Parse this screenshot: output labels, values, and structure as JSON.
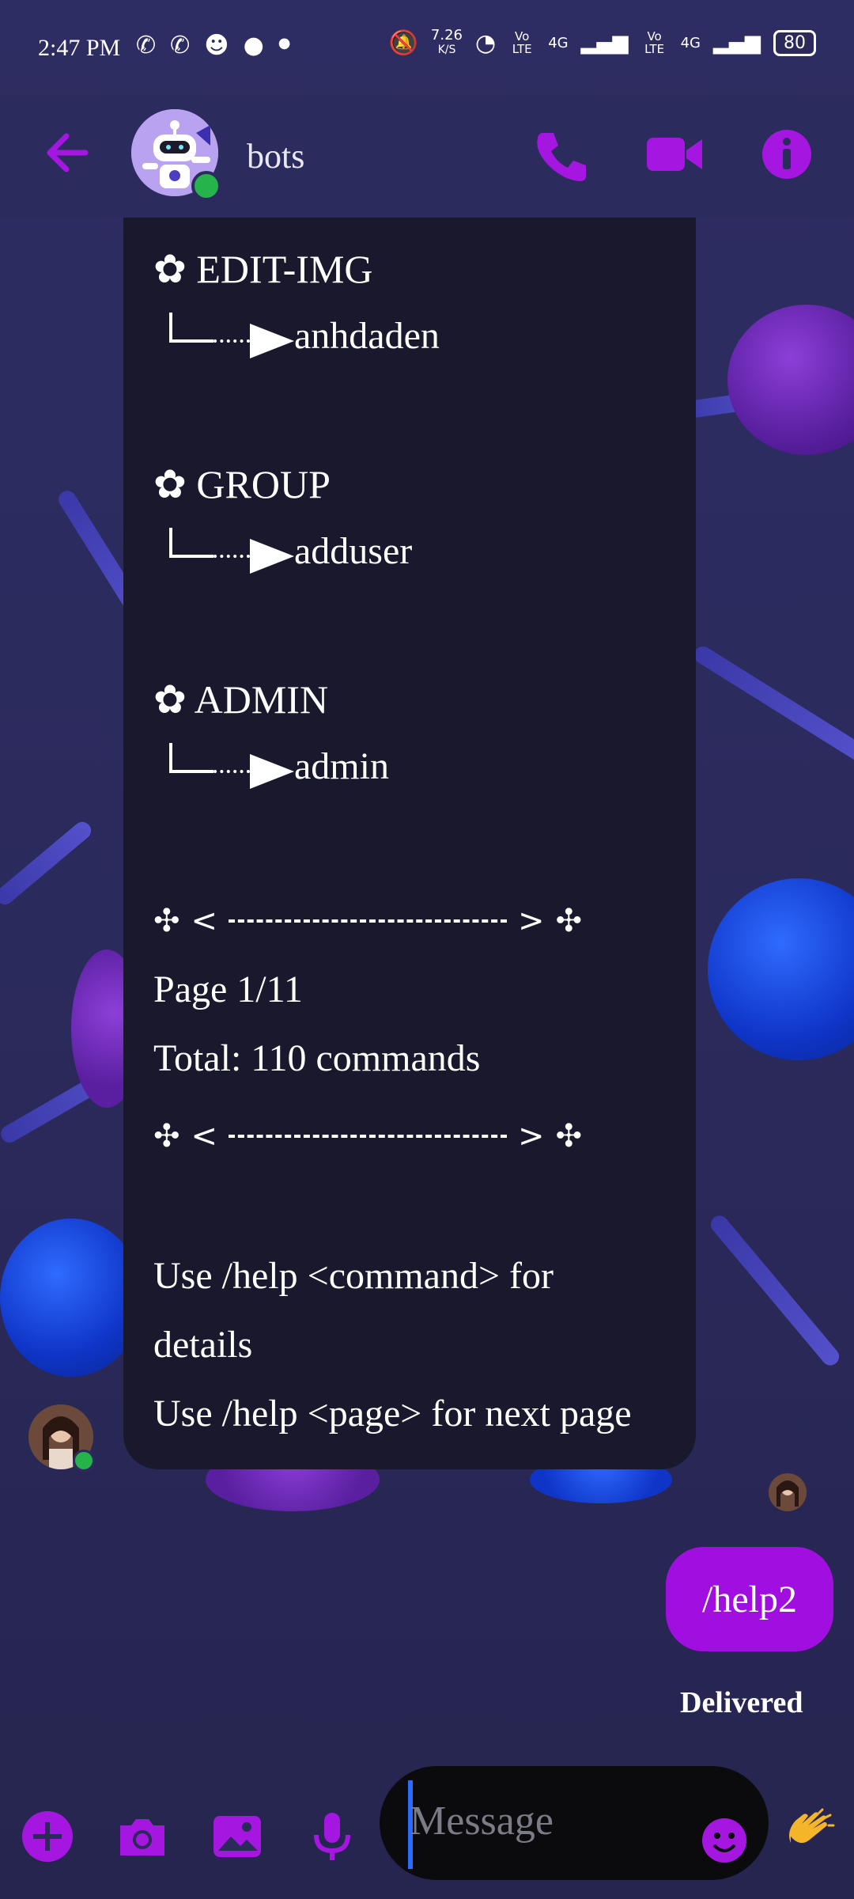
{
  "status_bar": {
    "time": "2:47 PM",
    "net_speed": "7.26",
    "net_unit": "K/S",
    "sim1": "Vo LTE",
    "sim1_net": "4G",
    "sim2": "Vo LTE",
    "sim2_net": "4G",
    "battery": "80"
  },
  "header": {
    "title": "bots"
  },
  "message": {
    "sections": [
      {
        "title": "✿ EDIT-IMG",
        "command": "anhdaden"
      },
      {
        "title": "✿ GROUP",
        "command": "adduser"
      },
      {
        "title": "✿ ADMIN",
        "command": "admin"
      }
    ],
    "page": "Page 1/11",
    "total": "Total: 110 commands",
    "help_line1": "Use /help <command> for",
    "help_line1b": "details",
    "help_line2": "Use /help <page> for next page"
  },
  "sent": {
    "text": "/help2",
    "status": "Delivered"
  },
  "composer": {
    "placeholder": "Message"
  },
  "colors": {
    "accent": "#a517e0",
    "bubble": "#19182c",
    "online": "#27b34b"
  }
}
